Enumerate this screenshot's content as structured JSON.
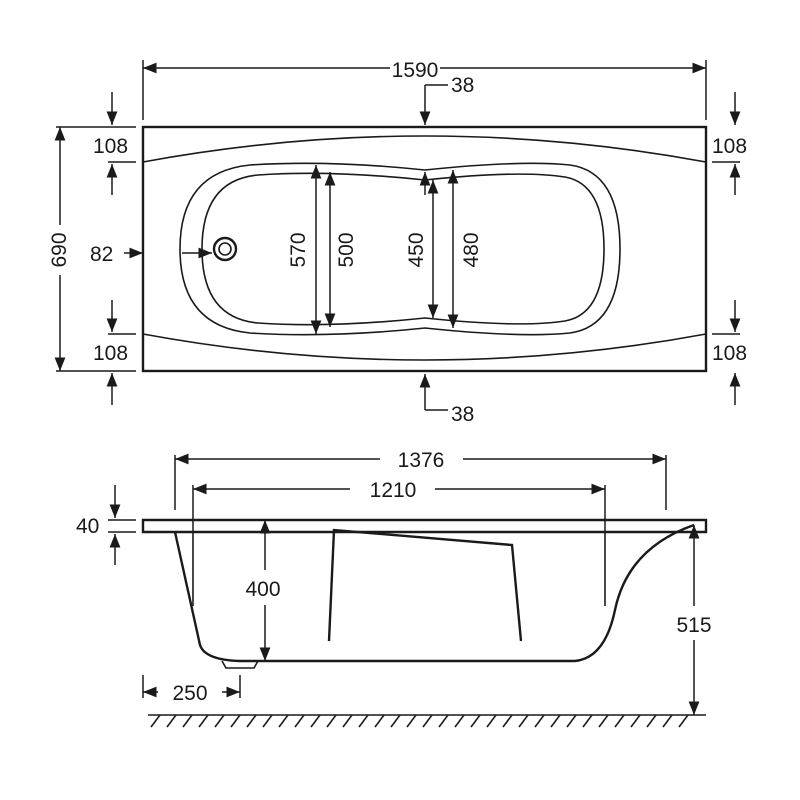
{
  "plan_view": {
    "overall_length": "1590",
    "overall_width": "690",
    "rim_top_left": "108",
    "rim_top_right": "108",
    "rim_bottom_left": "108",
    "rim_bottom_right": "108",
    "center_rim_top": "38",
    "center_rim_bottom": "38",
    "drain_offset": "82",
    "inner_width_570": "570",
    "inner_width_500": "500",
    "inner_width_450": "450",
    "inner_width_480": "480"
  },
  "side_view": {
    "top_length": "1376",
    "bottom_length": "1210",
    "rim_thickness": "40",
    "depth": "400",
    "total_height": "515",
    "drain_position": "250"
  }
}
